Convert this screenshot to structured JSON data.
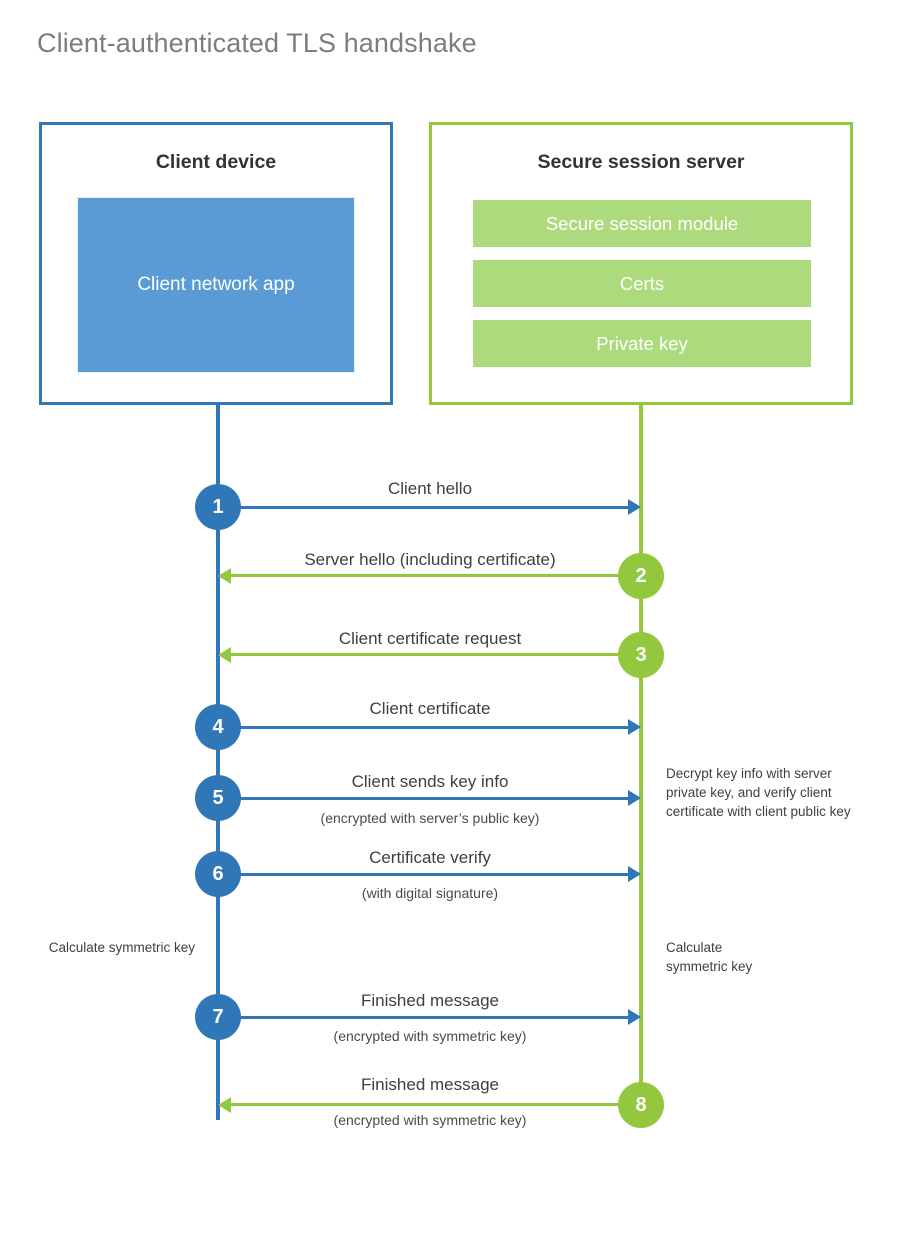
{
  "title": "Client-authenticated TLS handshake",
  "colors": {
    "client_blue": "#3077b8",
    "client_app_fill": "#5b9bd5",
    "server_green": "#93c83e",
    "server_bar_fill": "#adda7c",
    "title_gray": "#7d7d7d",
    "text_dark": "#333333"
  },
  "actors": {
    "client": {
      "title": "Client device",
      "app_label": "Client network app"
    },
    "server": {
      "title": "Secure session server",
      "bars": [
        "Secure session module",
        "Certs",
        "Private key"
      ]
    }
  },
  "steps": [
    {
      "number": "1",
      "side": "client",
      "direction": "client-to-server",
      "label": "Client hello",
      "sublabel": ""
    },
    {
      "number": "2",
      "side": "server",
      "direction": "server-to-client",
      "label": "Server hello (including certificate)",
      "sublabel": ""
    },
    {
      "number": "3",
      "side": "server",
      "direction": "server-to-client",
      "label": "Client certificate request",
      "sublabel": ""
    },
    {
      "number": "4",
      "side": "client",
      "direction": "client-to-server",
      "label": "Client certificate",
      "sublabel": ""
    },
    {
      "number": "5",
      "side": "client",
      "direction": "client-to-server",
      "label": "Client sends key info",
      "sublabel": "(encrypted with server’s public key)"
    },
    {
      "number": "6",
      "side": "client",
      "direction": "client-to-server",
      "label": "Certificate verify",
      "sublabel": "(with digital signature)"
    },
    {
      "number": "7",
      "side": "client",
      "direction": "client-to-server",
      "label": "Finished message",
      "sublabel": "(encrypted with symmetric key)"
    },
    {
      "number": "8",
      "side": "server",
      "direction": "server-to-client",
      "label": "Finished message",
      "sublabel": "(encrypted with symmetric key)"
    }
  ],
  "annotations": {
    "server_decrypt": "Decrypt key info with server private key, and verify client certificate with client public key",
    "client_calculate": "Calculate symmetric key",
    "server_calculate": "Calculate symmetric key"
  }
}
